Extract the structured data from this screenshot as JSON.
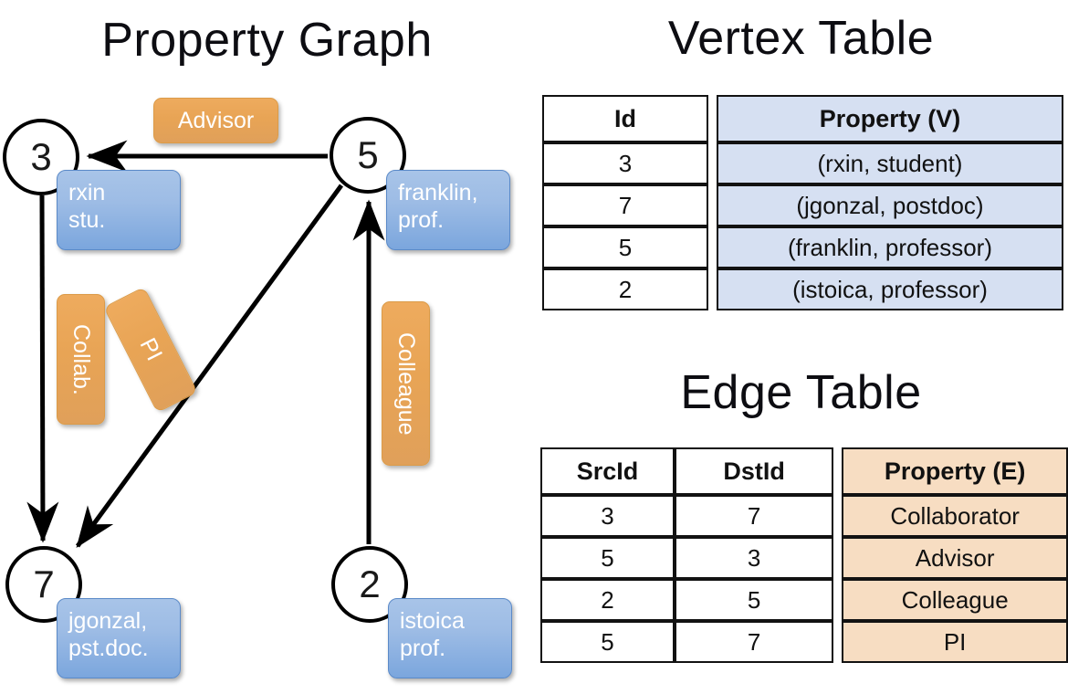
{
  "titles": {
    "property_graph": "Property Graph",
    "vertex_table": "Vertex Table",
    "edge_table": "Edge Table"
  },
  "colors": {
    "vertex_property_fill": "#d6e0f2",
    "edge_property_fill": "#f7ddc2",
    "vertex_box_blue": "#9dbce5",
    "edge_label_orange": "#e8a455",
    "stroke": "#000000"
  },
  "graph": {
    "nodes": [
      {
        "id": "3",
        "property_lines": [
          "rxin",
          "stu."
        ]
      },
      {
        "id": "5",
        "property_lines": [
          "franklin,",
          "prof."
        ]
      },
      {
        "id": "7",
        "property_lines": [
          "jgonzal,",
          "pst.doc."
        ]
      },
      {
        "id": "2",
        "property_lines": [
          "istoica",
          "prof."
        ]
      }
    ],
    "edge_labels": [
      {
        "name": "advisor",
        "text": "Advisor",
        "from": "5",
        "to": "3",
        "orientation": "horizontal"
      },
      {
        "name": "collab",
        "text": "Collab.",
        "from": "3",
        "to": "7",
        "orientation": "vertical"
      },
      {
        "name": "pi",
        "text": "PI",
        "from": "5",
        "to": "7",
        "orientation": "diagonal"
      },
      {
        "name": "colleague",
        "text": "Colleague",
        "from": "2",
        "to": "5",
        "orientation": "vertical"
      }
    ]
  },
  "vertex_table": {
    "headers": [
      "Id",
      "Property (V)"
    ],
    "rows": [
      {
        "id": "3",
        "property": "(rxin, student)"
      },
      {
        "id": "7",
        "property": "(jgonzal, postdoc)"
      },
      {
        "id": "5",
        "property": "(franklin, professor)"
      },
      {
        "id": "2",
        "property": "(istoica, professor)"
      }
    ]
  },
  "edge_table": {
    "headers": [
      "SrcId",
      "DstId",
      "Property (E)"
    ],
    "rows": [
      {
        "src": "3",
        "dst": "7",
        "property": "Collaborator"
      },
      {
        "src": "5",
        "dst": "3",
        "property": "Advisor"
      },
      {
        "src": "2",
        "dst": "5",
        "property": "Colleague"
      },
      {
        "src": "5",
        "dst": "7",
        "property": "PI"
      }
    ]
  }
}
